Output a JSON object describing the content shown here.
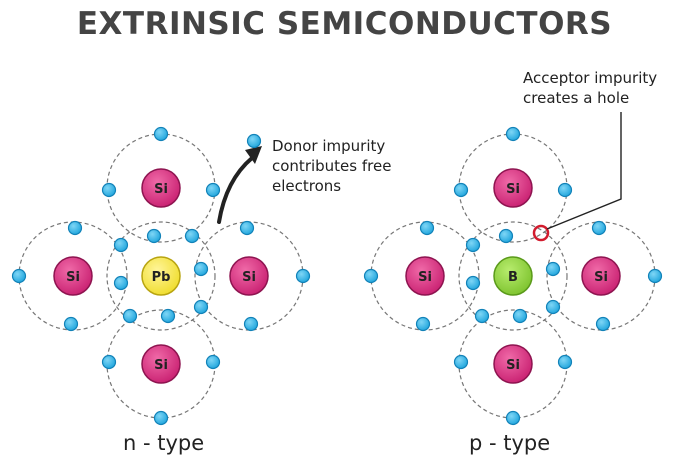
{
  "title": "EXTRINSIC SEMICONDUCTORS",
  "colors": {
    "silicon": "#d62b7e",
    "donor": "#f6e83a",
    "acceptor": "#8cd03b",
    "electron": "#2fb3e6",
    "hole": "#d21c2e",
    "orbit": "#777777",
    "text": "#222222"
  },
  "n_type": {
    "caption": "n - type",
    "center_label": "Pb",
    "neighbor_label": "Si",
    "note_lines": [
      "Donor impurity",
      "contributes free",
      "electrons"
    ]
  },
  "p_type": {
    "caption": "p - type",
    "center_label": "B",
    "neighbor_label": "Si",
    "note_lines": [
      "Acceptor impurity",
      "creates a hole"
    ]
  }
}
